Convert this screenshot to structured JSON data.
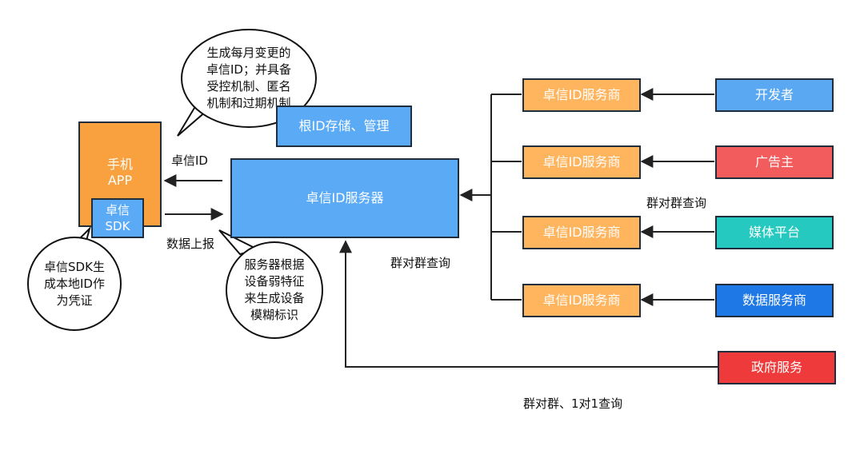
{
  "bubbles": {
    "top": "生成每月变更的\n卓信ID；并具备\n受控机制、匿名\n机制和过期机制",
    "sdk": "卓信SDK生\n成本地ID作\n为凭证",
    "server": "服务器根据\n设备弱特征\n来生成设备\n模糊标识"
  },
  "boxes": {
    "root_id": "根ID存储、管理",
    "phone_app": "手机\nAPP",
    "sdk": "卓信\nSDK",
    "server": "卓信ID服务器",
    "provider1": "卓信ID服务商",
    "provider2": "卓信ID服务商",
    "provider3": "卓信ID服务商",
    "provider4": "卓信ID服务商",
    "developer": "开发者",
    "advertiser": "广告主",
    "media": "媒体平台",
    "data_service": "数据服务商",
    "gov": "政府服务"
  },
  "labels": {
    "zhuoxin_id": "卓信ID",
    "data_report": "数据上报",
    "group_query_mid": "群对群查询",
    "group_query_right": "群对群查询",
    "group_query_bottom": "群对群、1对1查询"
  },
  "colors": {
    "orange": "#f9a03f",
    "provider_orange": "#ffb45e",
    "blue": "#5aaaf5",
    "developer_blue": "#5aa8f2",
    "advertiser_red": "#f25c5c",
    "media_teal": "#26c9bf",
    "data_blue": "#1e78e6",
    "gov_red": "#ee3a3a"
  }
}
